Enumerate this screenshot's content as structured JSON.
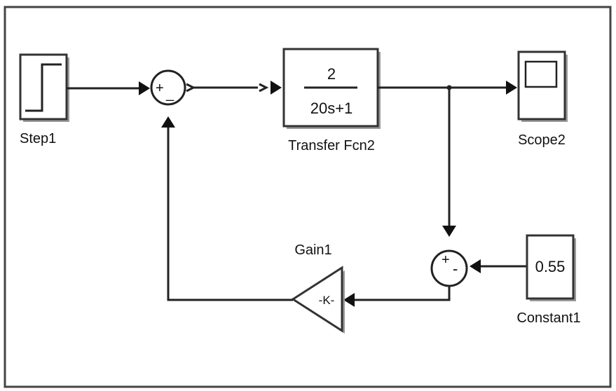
{
  "blocks": {
    "step": {
      "label": "Step1"
    },
    "sum1": {
      "plus_sign": "+",
      "minus_sign": "_"
    },
    "transfer_fcn": {
      "numerator": "2",
      "denominator": "20s+1",
      "label": "Transfer Fcn2"
    },
    "scope": {
      "label": "Scope2"
    },
    "sum2": {
      "plus_sign": "+",
      "minus_sign": "-"
    },
    "constant": {
      "value": "0.55",
      "label": "Constant1"
    },
    "gain": {
      "value": "-K-",
      "label": "Gain1"
    }
  },
  "colors": {
    "line": "#222222",
    "block_shadow": "#9a9a9a",
    "background": "#ffffff"
  }
}
